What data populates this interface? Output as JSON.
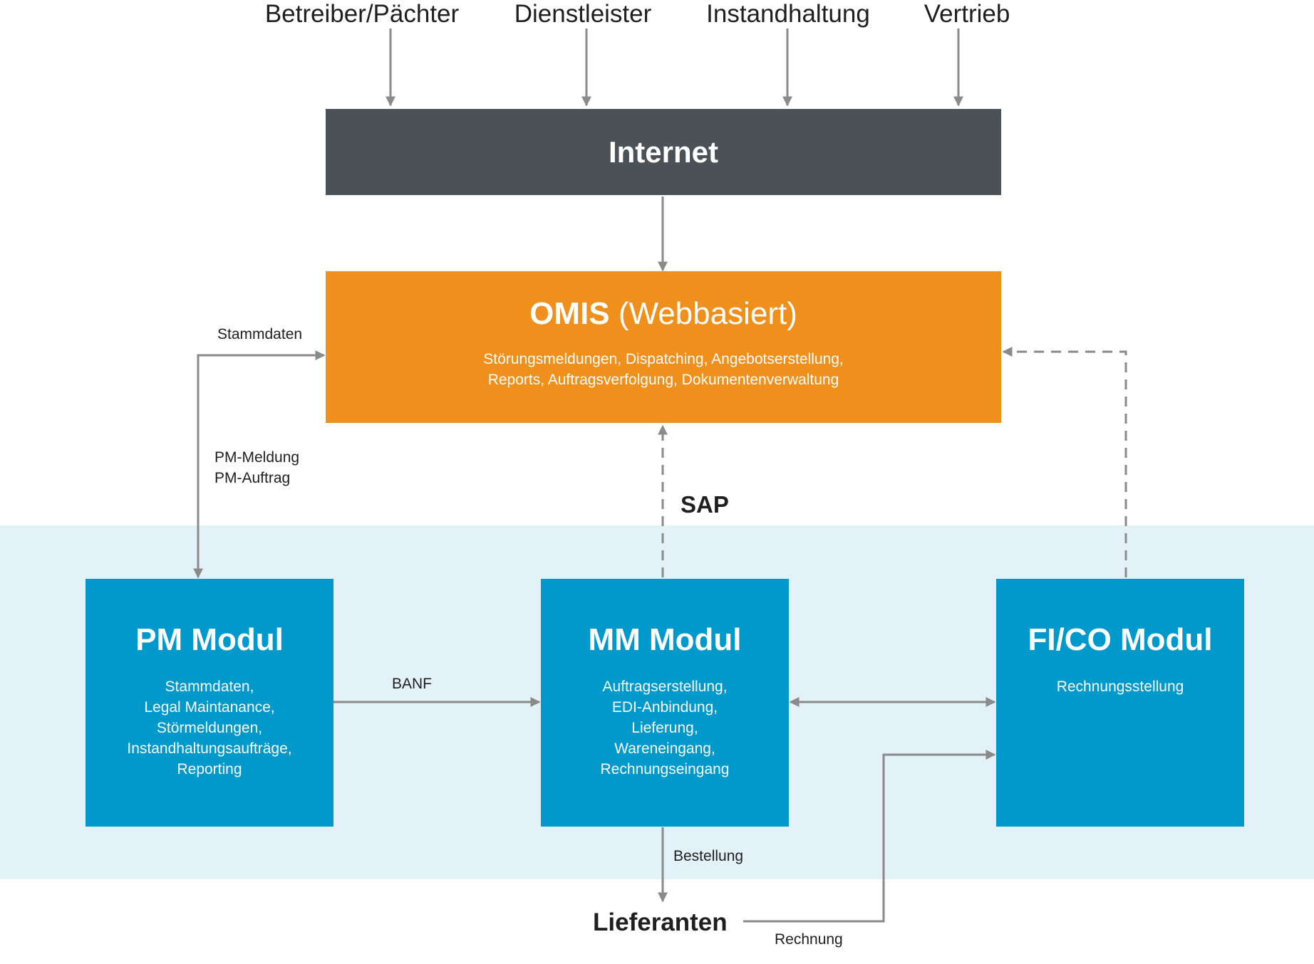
{
  "colors": {
    "internet": "#4a5157",
    "omis": "#f0901c",
    "module": "#0099cc",
    "sap_band": "#e3f2f8",
    "arrow": "#8a8a8a"
  },
  "actors": [
    {
      "id": "betreiber",
      "label": "Betreiber/Pächter"
    },
    {
      "id": "dienstleister",
      "label": "Dienstleister"
    },
    {
      "id": "instandhaltung",
      "label": "Instandhaltung"
    },
    {
      "id": "vertrieb",
      "label": "Vertrieb"
    }
  ],
  "internet": {
    "title": "Internet"
  },
  "omis": {
    "title_bold": "OMIS",
    "title_rest": "(Webbasiert)",
    "description": "Störungsmeldungen, Dispatching, Angebotserstellung,\nReports, Auftragsverfolgung, Dokumentenverwaltung"
  },
  "sap": {
    "label": "SAP"
  },
  "modules": {
    "pm": {
      "title": "PM Modul",
      "description": "Stammdaten,\nLegal Maintanance,\nStörmeldungen,\nInstandhaltungsaufträge,\nReporting"
    },
    "mm": {
      "title": "MM Modul",
      "description": "Auftragserstellung,\nEDI-Anbindung,\nLieferung,\nWareneingang,\nRechnungseingang"
    },
    "fico": {
      "title": "FI/CO Modul",
      "description": "Rechnungsstellung"
    }
  },
  "labels": {
    "stammdaten": "Stammdaten",
    "pm_meldung": "PM-Meldung\nPM-Auftrag",
    "banf": "BANF",
    "bestellung": "Bestellung",
    "rechnung": "Rechnung"
  },
  "lieferanten": {
    "label": "Lieferanten"
  }
}
